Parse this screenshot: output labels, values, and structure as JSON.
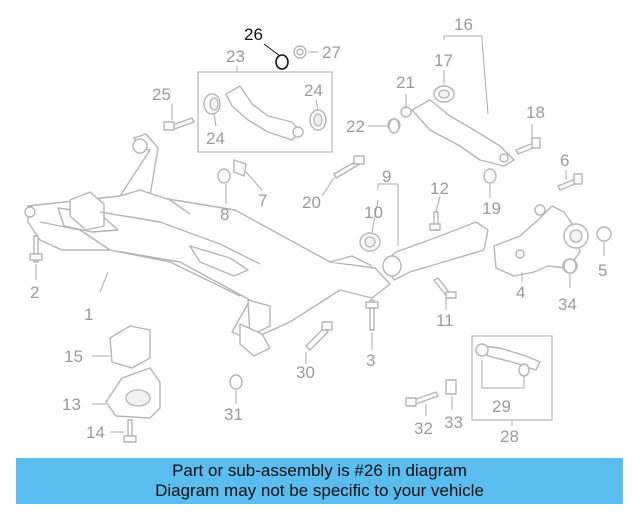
{
  "highlighted_part": "26",
  "callouts": [
    "1",
    "2",
    "3",
    "4",
    "5",
    "6",
    "7",
    "8",
    "9",
    "10",
    "11",
    "12",
    "13",
    "14",
    "15",
    "16",
    "17",
    "18",
    "19",
    "20",
    "21",
    "22",
    "23",
    "24",
    "24",
    "25",
    "26",
    "27",
    "28",
    "29",
    "30",
    "31",
    "32",
    "33",
    "34"
  ],
  "footer": {
    "line1": "Part or sub-assembly is #26 in diagram",
    "line2": "Diagram may not be specific to your vehicle"
  },
  "colors": {
    "footer_bg": "#5bbcef",
    "highlight": "#111111",
    "drawing": "#b4b4b4"
  }
}
